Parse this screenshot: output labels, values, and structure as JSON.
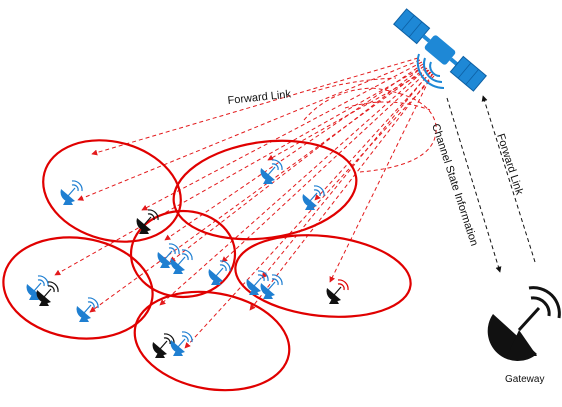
{
  "labels": {
    "forward_link_top": "Forward Link",
    "channel_state": "Channel State Information",
    "forward_link_right": "Forward Link",
    "gateway": "Gateway"
  },
  "colors": {
    "beam": "#e31a1c",
    "cell": "#e00000",
    "satellite_panel": "#1e88d6",
    "terminal_blue": "#1f7fd1",
    "terminal_black": "#111111",
    "signal_red": "#e00000"
  },
  "icons": {
    "satellite": "satellite-icon",
    "terminal": "satellite-dish-icon",
    "gateway": "gateway-dish-icon"
  }
}
